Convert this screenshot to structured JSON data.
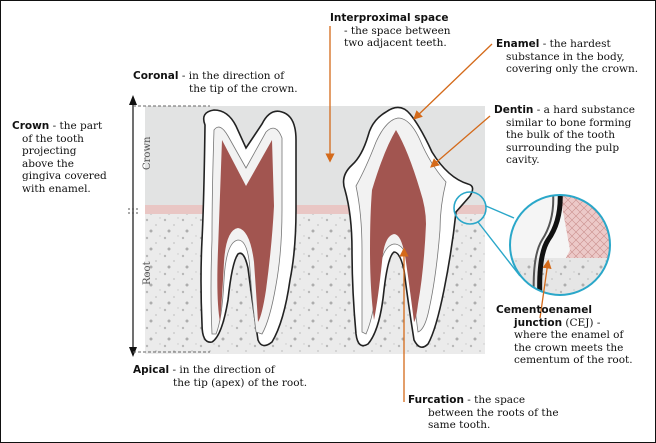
{
  "colors": {
    "background_box": "#e2e3e3",
    "root_zone": "#ebebeb",
    "pulp": "#a25550",
    "enamel": "#ffffff",
    "gingiva": "#e9c6c4",
    "arrow": "#d46a1a",
    "callout_circle": "#2aa7c9",
    "outline": "#222222"
  },
  "axis": {
    "crown_label": "Crown",
    "root_label": "Root"
  },
  "labels": {
    "interproximal": {
      "term": "Interproximal space",
      "desc_1": "- the space between",
      "desc_2": "two adjacent teeth."
    },
    "coronal": {
      "term": "Coronal",
      "desc_1": " - in the direction of",
      "desc_2": "the tip of the crown."
    },
    "enamel": {
      "term": "Enamel",
      "desc_1": " - the hardest",
      "desc_2": "substance in the body,",
      "desc_3": "covering only the crown."
    },
    "dentin": {
      "term": "Dentin",
      "desc_1": " - a hard substance",
      "desc_2": "similar to bone forming",
      "desc_3": "the bulk of the tooth",
      "desc_4": "surrounding the pulp",
      "desc_5": "cavity."
    },
    "crown": {
      "term": "Crown",
      "desc_1": " - the part",
      "desc_2": "of the tooth",
      "desc_3": "projecting",
      "desc_4": "above the",
      "desc_5": "gingiva covered",
      "desc_6": "with enamel."
    },
    "cej": {
      "term_1": "Cementoenamel",
      "term_2": "junction",
      "abbr": " (CEJ) -",
      "desc_1": "where the enamel of",
      "desc_2": "the crown meets the",
      "desc_3": "cementum of the root."
    },
    "apical": {
      "term": "Apical",
      "desc_1": " - in the direction of",
      "desc_2": "the tip (apex) of the root."
    },
    "furcation": {
      "term": "Furcation",
      "desc_1": " - the space",
      "desc_2": "between the roots of the",
      "desc_3": "same tooth."
    }
  }
}
